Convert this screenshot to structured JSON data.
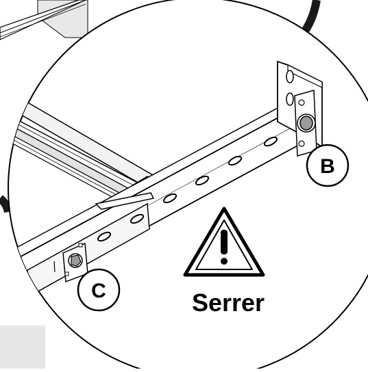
{
  "callouts": {
    "b": {
      "letter": "B"
    },
    "c": {
      "letter": "C"
    }
  },
  "warning": {
    "icon": "exclamation-triangle-icon",
    "label": "Serrer"
  }
}
